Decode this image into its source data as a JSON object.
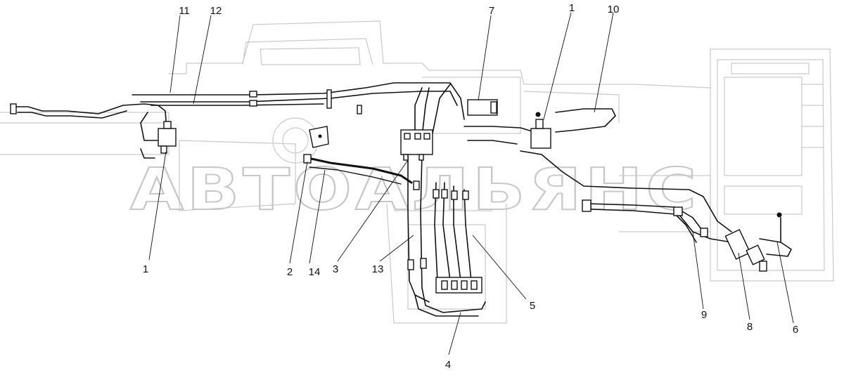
{
  "watermark": "АВТОАЛЬЯНС",
  "callouts": {
    "c1_left": "1",
    "c1_top": "1",
    "c2": "2",
    "c3": "3",
    "c4": "4",
    "c5": "5",
    "c6": "6",
    "c7": "7",
    "c8": "8",
    "c9": "9",
    "c10": "10",
    "c11": "11",
    "c12": "12",
    "c13": "13",
    "c14": "14"
  },
  "colors": {
    "lines": "#111111",
    "ghost": "#c9c9c9",
    "watermark": "#c8c8c8"
  }
}
